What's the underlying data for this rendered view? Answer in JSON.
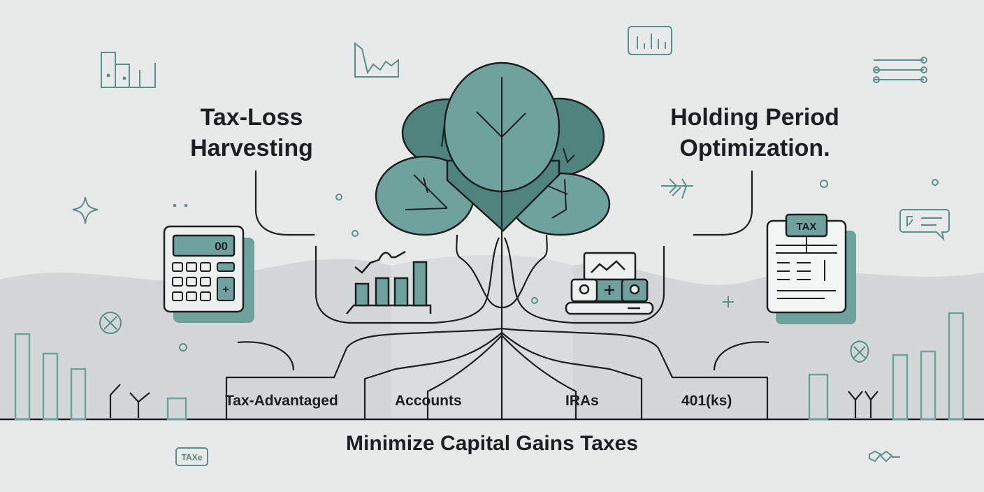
{
  "diagram": {
    "left_heading": {
      "line1": "Tax-Loss",
      "line2": "Harvesting"
    },
    "right_heading": {
      "line1": "Holding Period",
      "line2": "Optimization."
    },
    "root_labels": [
      "Tax-Advantaged",
      "Accounts",
      "IRAs",
      "401(ks)"
    ],
    "main_title": "Minimize Capital Gains Taxes",
    "calculator_display": "00",
    "calculator_plus": "+",
    "tax_form_tag": "TAX",
    "tax_badge": "TAXe",
    "colors": {
      "teal": "#6fa29c",
      "teal_dark": "#4f847e",
      "teal_outline": "#5b8f8a",
      "line": "#1c1f21",
      "background": "#e8eaea",
      "hills": "#cdd2d3"
    }
  }
}
